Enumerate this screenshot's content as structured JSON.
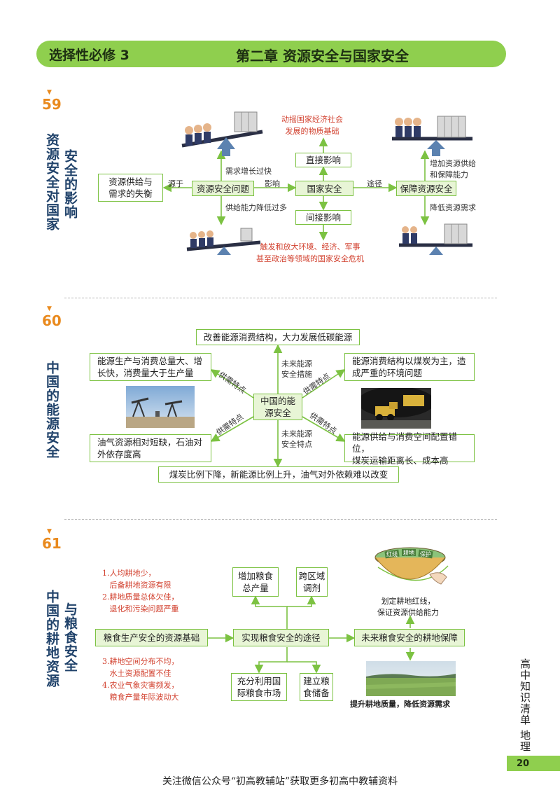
{
  "header": {
    "volume": "选择性必修 3",
    "chapter": "第二章  资源安全与国家安全"
  },
  "sec59": {
    "num": "59",
    "title_a": "安全的影响",
    "title_b": "资源安全对国家",
    "boxes": {
      "imbalance": "资源供给与\n需求的失衡",
      "problem": "资源安全问题",
      "national": "国家安全",
      "ensure": "保障资源安全",
      "direct": "直接影响",
      "indirect": "间接影响"
    },
    "labels": {
      "source": "源于",
      "demand_fast": "需求增长过快",
      "supply_low": "供给能力降低过多",
      "affect": "影响",
      "way": "途径",
      "increase": "增加资源供给\n和保障能力",
      "reduce": "降低资源需求"
    },
    "notes": {
      "top": "动摇国家经济社会\n发展的物质基础",
      "bottom": "触发和放大环境、经济、军事\n甚至政治等领域的国家安全危机"
    }
  },
  "sec60": {
    "num": "60",
    "title": "中国的能源安全",
    "boxes": {
      "top": "改善能源消费结构，大力发展低碳能源",
      "center": "中国的能\n源安全",
      "tl": "能源生产与消费总量大、增\n长快，消费量大于生产量",
      "tr": "能源消费结构以煤炭为主，造\n成严重的环境问题",
      "bl": "油气资源相对短缺，石油对\n外依存度高",
      "br": "能源供给与消费空间配置错位，\n煤炭运输距离长、成本高",
      "bottom": "煤炭比例下降，新能源比例上升，油气对外依赖难以改变"
    },
    "labels": {
      "future_measures": "未来能源\n安全措施",
      "future_features": "未来能源\n安全特点",
      "supply_demand_1": "供需特点",
      "supply_demand_2": "供需特点",
      "supply_demand_3": "供需特点",
      "supply_demand_4": "供需特点"
    }
  },
  "sec61": {
    "num": "61",
    "title_a": "与粮食安全",
    "title_b": "中国的耕地资源",
    "boxes": {
      "basis": "粮食生产安全的资源基础",
      "path": "实现粮食安全的途径",
      "future": "未来粮食安全的耕地保障",
      "increase": "增加粮食\n总产量",
      "regional": "跨区域\n调剂",
      "market": "充分利用国\n际粮食市场",
      "reserve": "建立粮\n食储备"
    },
    "notes_top": "1.人均耕地少，\n   后备耕地资源有限\n2.耕地质量总体欠佳，\n   退化和污染问题严重",
    "notes_bottom": "3.耕地空间分布不均，\n   水土资源配置不佳\n4.农业气象灾害频发，\n   粮食产量年际波动大",
    "redline": "划定耕地红线，\n保证资源供给能力",
    "quality": "提升耕地质量，降低资源需求",
    "bowl_text": [
      "红线",
      "耕地",
      "保护"
    ]
  },
  "sidebar": "高中知识清单  地理",
  "page_number": "20",
  "footer": "关注微信公众号“初高教辅站”获取更多初高中教辅资料",
  "colors": {
    "green": "#8fcf4e",
    "box_border": "#7cc242",
    "orange": "#e98a1e",
    "title_blue": "#21436b",
    "red": "#d2412f"
  }
}
